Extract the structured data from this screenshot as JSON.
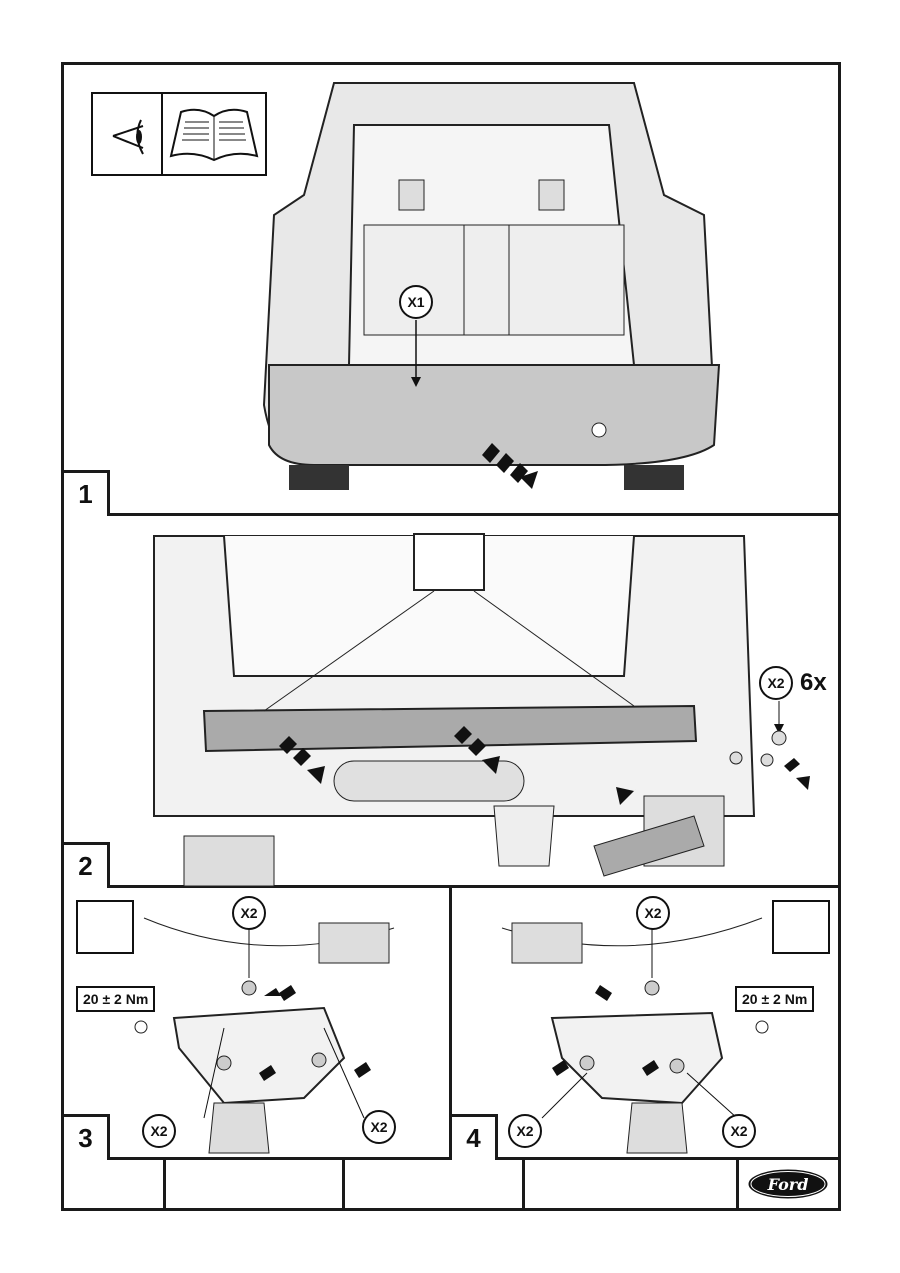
{
  "steps": [
    {
      "number": "1",
      "callouts": [
        "X1"
      ]
    },
    {
      "number": "2",
      "callouts": [
        "X2"
      ],
      "quantity": "6x"
    },
    {
      "number": "3",
      "callouts": [
        "X2",
        "X2",
        "X2"
      ],
      "torque": "20 ± 2 Nm"
    },
    {
      "number": "4",
      "callouts": [
        "X2",
        "X2",
        "X2"
      ],
      "torque": "20 ± 2 Nm"
    }
  ],
  "footer": {
    "logo": "Ford"
  },
  "icons": [
    "eye-icon",
    "manual-book-icon",
    "hand-tools-icon",
    "ford-logo"
  ],
  "colors": {
    "line": "#1a1a1a",
    "car_body": "#d9d9d9",
    "bumper": "#c8c8c8"
  }
}
